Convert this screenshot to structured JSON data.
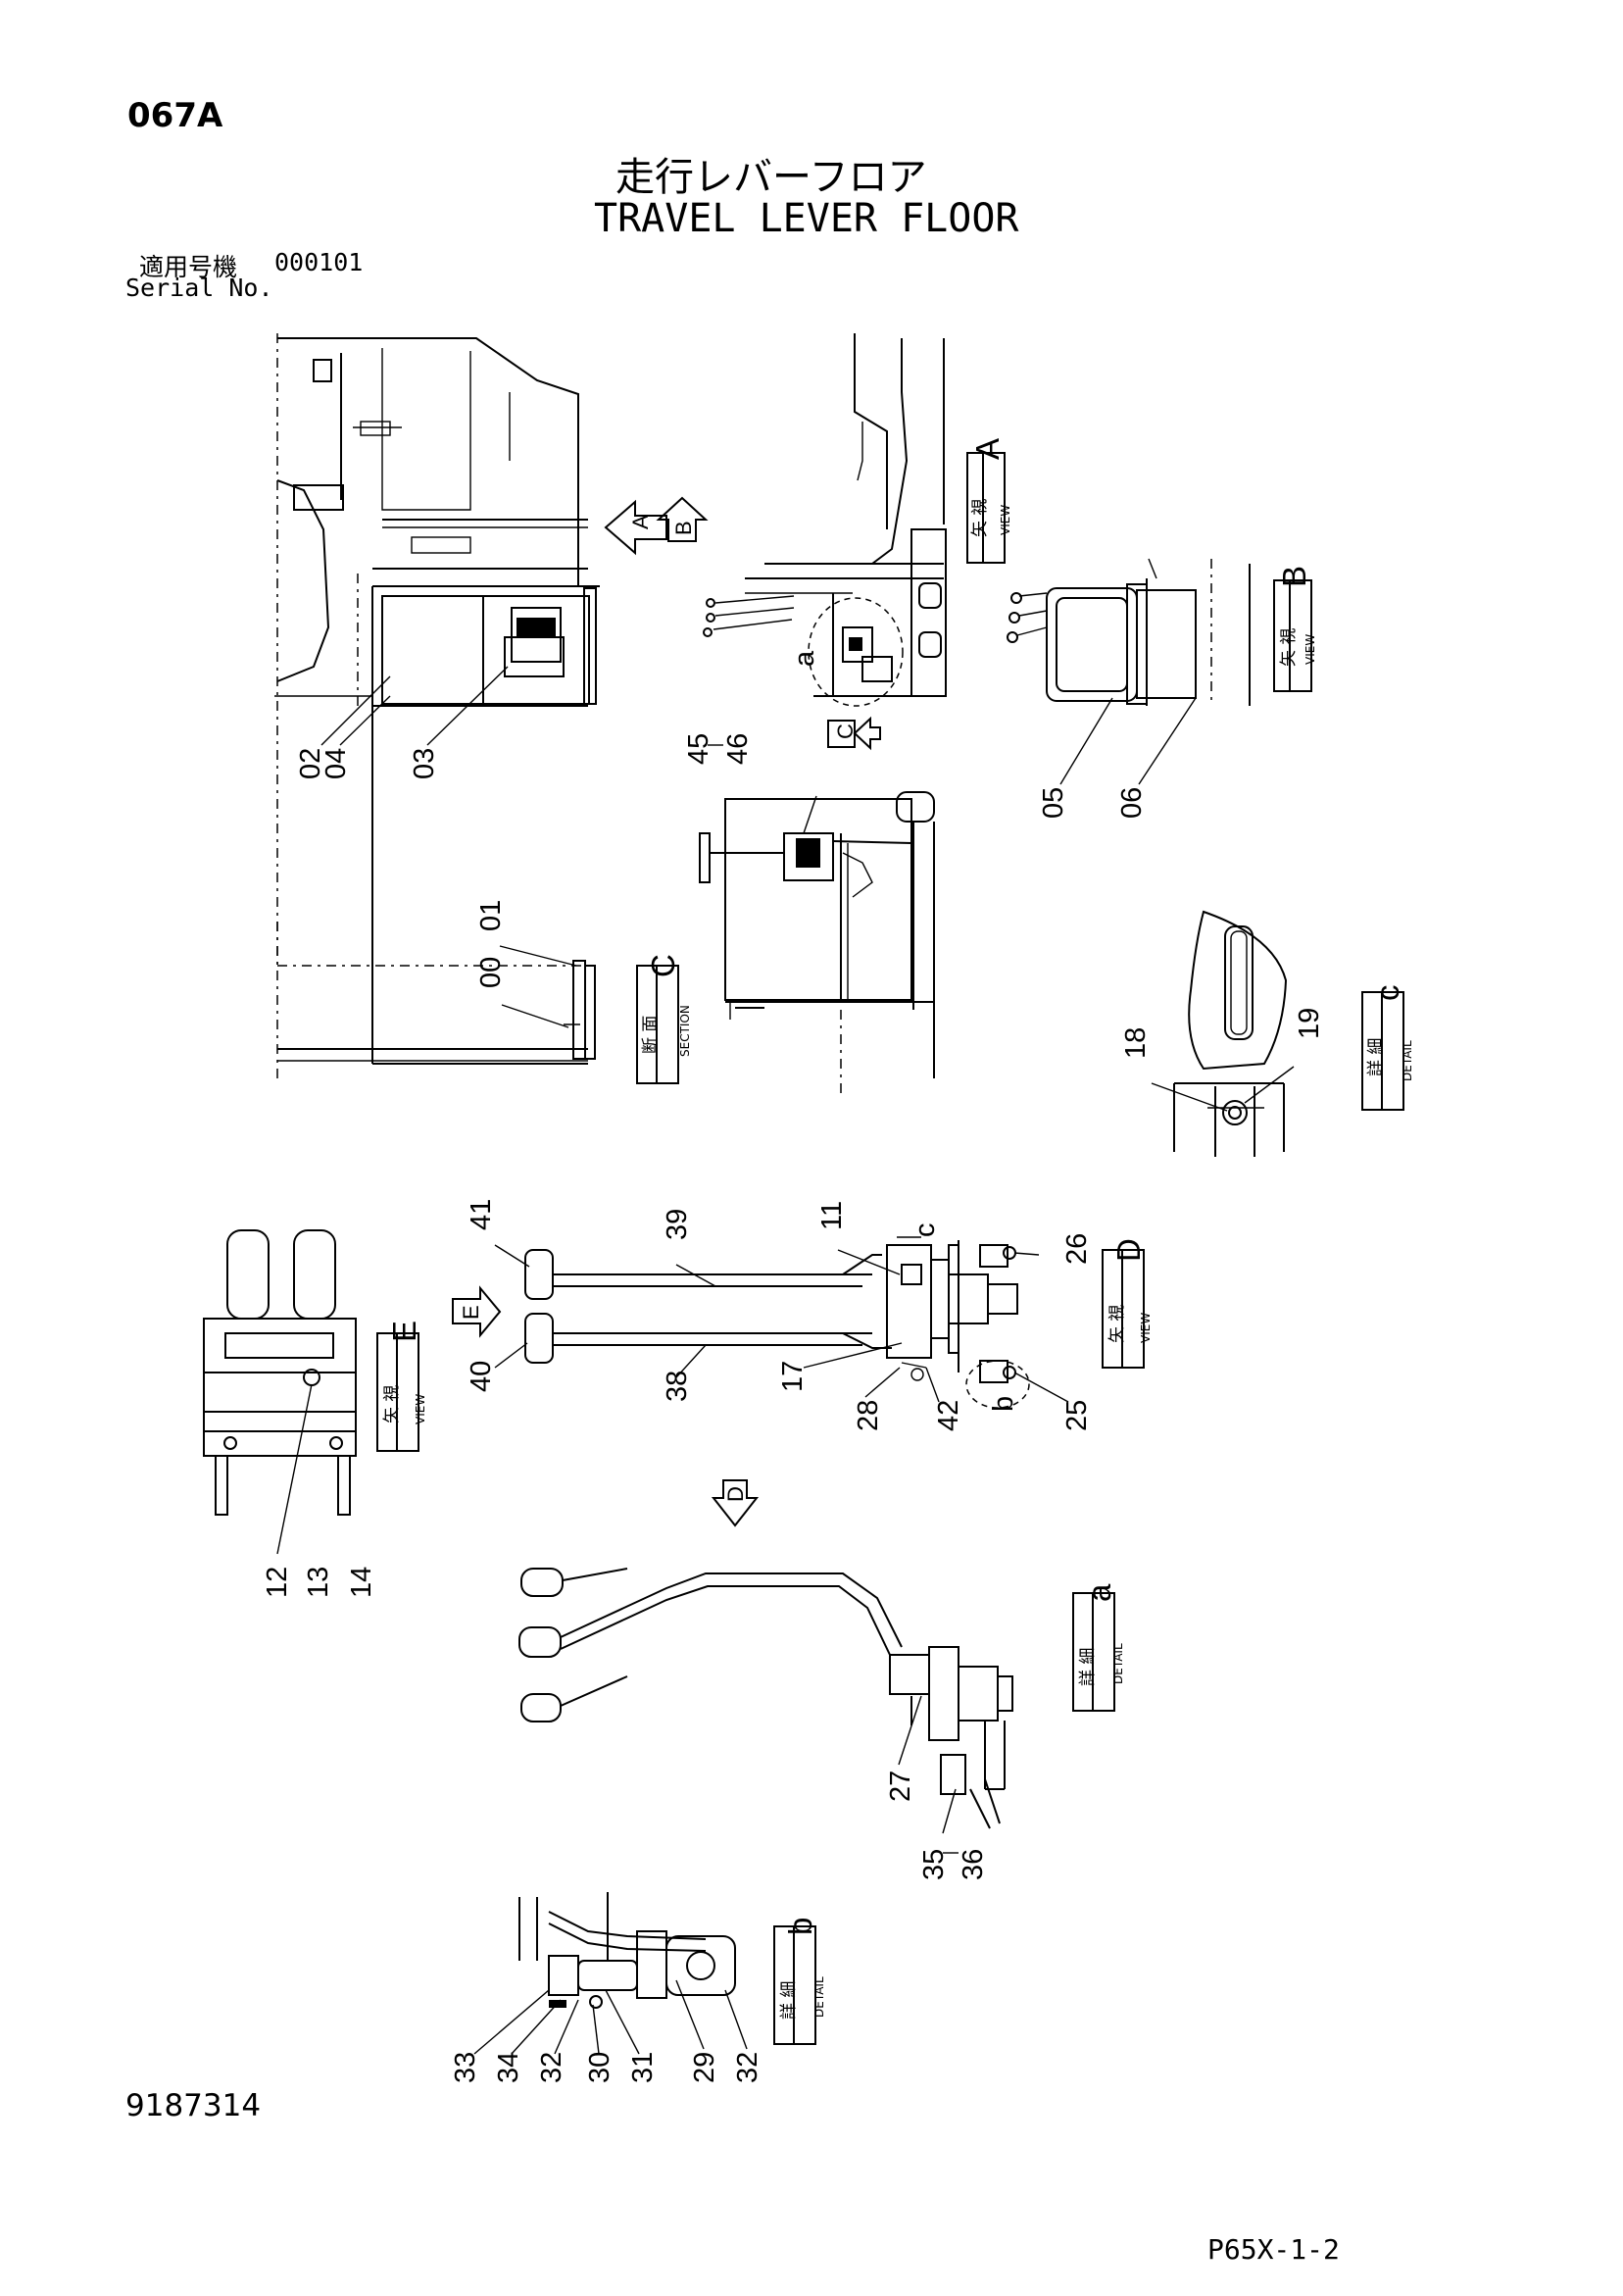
{
  "header": {
    "page_code": "067A",
    "title_jp": "走行レバーフロア",
    "title_en": "TRAVEL LEVER FLOOR",
    "serial_label_jp": "適用号機",
    "serial_value": "000101",
    "serial_label_en": "Serial No."
  },
  "footer": {
    "doc_number": "9187314",
    "page_ref": "P65X-1-2"
  },
  "view_tags": [
    {
      "id": "view-a",
      "letter": "A",
      "jp": "矢 視",
      "en": "VIEW"
    },
    {
      "id": "view-b",
      "letter": "B",
      "jp": "矢 視",
      "en": "VIEW"
    },
    {
      "id": "section-c",
      "letter": "C",
      "jp": "断 面",
      "en": "SECTION"
    },
    {
      "id": "detail-c",
      "letter": "c",
      "jp": "詳 細",
      "en": "DETAIL"
    },
    {
      "id": "view-d",
      "letter": "D",
      "jp": "矢 視",
      "en": "VIEW"
    },
    {
      "id": "view-e",
      "letter": "E",
      "jp": "矢 視",
      "en": "VIEW"
    },
    {
      "id": "detail-a",
      "letter": "a",
      "jp": "詳 細",
      "en": "DETAIL"
    },
    {
      "id": "detail-b",
      "letter": "b",
      "jp": "詳 細",
      "en": "DETAIL"
    }
  ],
  "view_arrows": [
    "A",
    "B",
    "C",
    "D",
    "E"
  ],
  "detail_markers": [
    "a",
    "b",
    "c"
  ],
  "part_numbers": {
    "p02": "02",
    "p04": "04",
    "p03": "03",
    "p05": "05",
    "p06": "06",
    "p45": "45",
    "p46": "46",
    "p00": "00",
    "p01": "01",
    "p18": "18",
    "p19": "19",
    "p41": "41",
    "p39": "39",
    "p11": "11",
    "p26": "26",
    "p40": "40",
    "p38": "38",
    "p17": "17",
    "p28": "28",
    "p42": "42",
    "p25": "25",
    "p12": "12",
    "p13": "13",
    "p14": "14",
    "p27": "27",
    "p35": "35",
    "p36": "36",
    "p33": "33",
    "p34": "34",
    "p32a": "32",
    "p30": "30",
    "p31": "31",
    "p29": "29",
    "p32b": "32"
  }
}
